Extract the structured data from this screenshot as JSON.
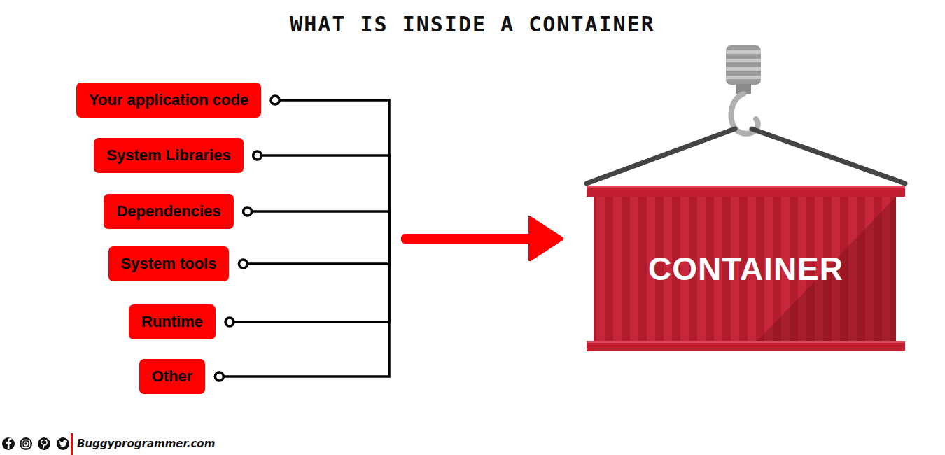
{
  "diagram": {
    "title": "WHAT IS INSIDE A CONTAINER",
    "nodes": [
      {
        "text": [
          "Your application code"
        ]
      },
      {
        "text": [
          "System Libraries"
        ]
      },
      {
        "text": [
          "Dependencies"
        ]
      },
      {
        "text": [
          "System tools"
        ]
      },
      {
        "text": [
          "Runtime"
        ]
      },
      {
        "text": [
          "Other"
        ]
      },
      {
        "text": [
          "CONTAINER"
        ]
      }
    ],
    "edges": [
      {
        "from": 0,
        "to": 6,
        "arrow": "to"
      },
      {
        "from": 1,
        "to": 6,
        "arrow": "to"
      },
      {
        "from": 2,
        "to": 6,
        "arrow": "to"
      },
      {
        "from": 3,
        "to": 6,
        "arrow": "to"
      },
      {
        "from": 4,
        "to": 6,
        "arrow": "to"
      },
      {
        "from": 5,
        "to": 6,
        "arrow": "to"
      }
    ],
    "labels": [
      "Buggyprogrammer.com"
    ]
  }
}
